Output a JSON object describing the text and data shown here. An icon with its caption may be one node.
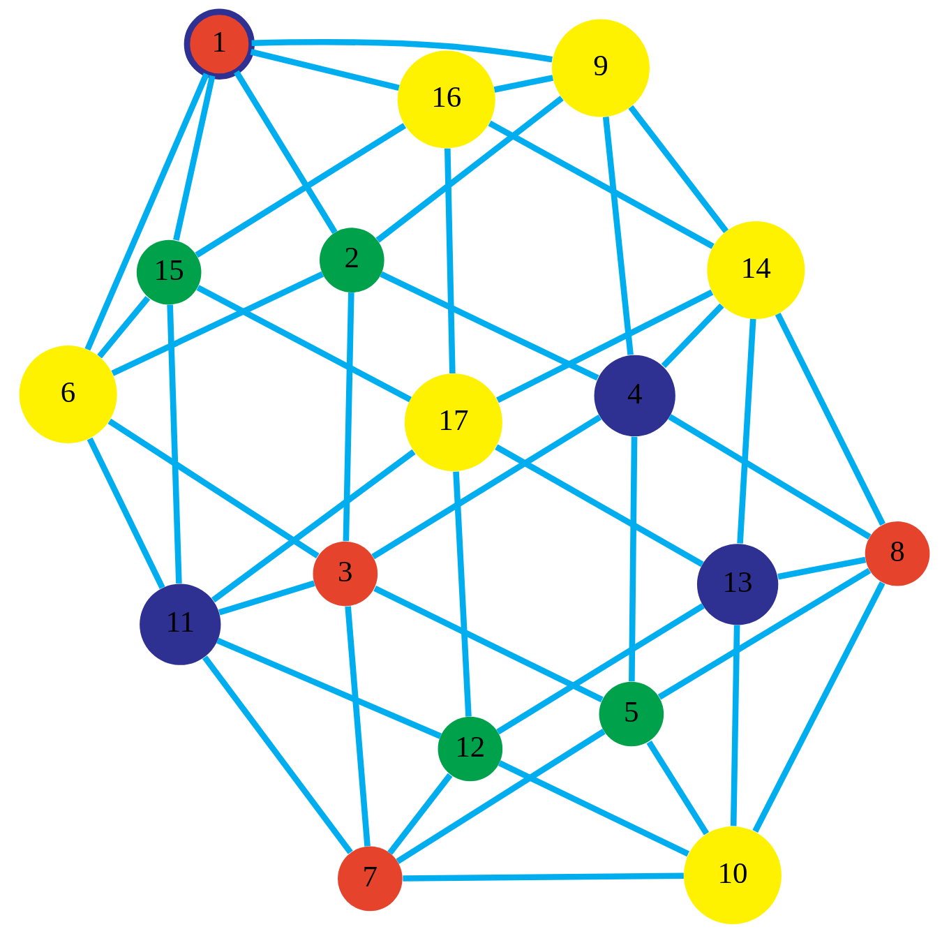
{
  "diagram": {
    "nodes": [
      {
        "text": [
          "1"
        ]
      },
      {
        "text": [
          "2"
        ]
      },
      {
        "text": [
          "3"
        ]
      },
      {
        "text": [
          "4"
        ]
      },
      {
        "text": [
          "5"
        ]
      },
      {
        "text": [
          "6"
        ]
      },
      {
        "text": [
          "7"
        ]
      },
      {
        "text": [
          "8"
        ]
      },
      {
        "text": [
          "9"
        ]
      },
      {
        "text": [
          "10"
        ]
      },
      {
        "text": [
          "11"
        ]
      },
      {
        "text": [
          "12"
        ]
      },
      {
        "text": [
          "13"
        ]
      },
      {
        "text": [
          "14"
        ]
      },
      {
        "text": [
          "15"
        ]
      },
      {
        "text": [
          "16"
        ]
      },
      {
        "text": [
          "17"
        ]
      }
    ],
    "edges": [
      {
        "from": 0,
        "to": 1,
        "arrow": "none"
      },
      {
        "from": 0,
        "to": 5,
        "arrow": "none"
      },
      {
        "from": 0,
        "to": 8,
        "arrow": "none"
      },
      {
        "from": 0,
        "to": 14,
        "arrow": "none"
      },
      {
        "from": 0,
        "to": 15,
        "arrow": "none"
      },
      {
        "from": 1,
        "to": 2,
        "arrow": "none"
      },
      {
        "from": 1,
        "to": 3,
        "arrow": "none"
      },
      {
        "from": 1,
        "to": 5,
        "arrow": "none"
      },
      {
        "from": 1,
        "to": 8,
        "arrow": "none"
      },
      {
        "from": 2,
        "to": 3,
        "arrow": "none"
      },
      {
        "from": 2,
        "to": 5,
        "arrow": "none"
      },
      {
        "from": 2,
        "to": 4,
        "arrow": "none"
      },
      {
        "from": 2,
        "to": 6,
        "arrow": "none"
      },
      {
        "from": 2,
        "to": 10,
        "arrow": "none"
      },
      {
        "from": 3,
        "to": 4,
        "arrow": "none"
      },
      {
        "from": 3,
        "to": 8,
        "arrow": "none"
      },
      {
        "from": 3,
        "to": 7,
        "arrow": "none"
      },
      {
        "from": 3,
        "to": 13,
        "arrow": "none"
      },
      {
        "from": 4,
        "to": 6,
        "arrow": "none"
      },
      {
        "from": 4,
        "to": 7,
        "arrow": "none"
      },
      {
        "from": 4,
        "to": 9,
        "arrow": "none"
      },
      {
        "from": 5,
        "to": 10,
        "arrow": "none"
      },
      {
        "from": 5,
        "to": 14,
        "arrow": "none"
      },
      {
        "from": 6,
        "to": 9,
        "arrow": "none"
      },
      {
        "from": 6,
        "to": 10,
        "arrow": "none"
      },
      {
        "from": 6,
        "to": 11,
        "arrow": "none"
      },
      {
        "from": 7,
        "to": 9,
        "arrow": "none"
      },
      {
        "from": 7,
        "to": 12,
        "arrow": "none"
      },
      {
        "from": 7,
        "to": 13,
        "arrow": "none"
      },
      {
        "from": 8,
        "to": 13,
        "arrow": "none"
      },
      {
        "from": 8,
        "to": 15,
        "arrow": "none"
      },
      {
        "from": 9,
        "to": 11,
        "arrow": "none"
      },
      {
        "from": 9,
        "to": 12,
        "arrow": "none"
      },
      {
        "from": 10,
        "to": 11,
        "arrow": "none"
      },
      {
        "from": 10,
        "to": 14,
        "arrow": "none"
      },
      {
        "from": 10,
        "to": 16,
        "arrow": "none"
      },
      {
        "from": 11,
        "to": 12,
        "arrow": "none"
      },
      {
        "from": 11,
        "to": 16,
        "arrow": "none"
      },
      {
        "from": 12,
        "to": 13,
        "arrow": "none"
      },
      {
        "from": 12,
        "to": 16,
        "arrow": "none"
      },
      {
        "from": 13,
        "to": 15,
        "arrow": "none"
      },
      {
        "from": 13,
        "to": 16,
        "arrow": "none"
      },
      {
        "from": 14,
        "to": 15,
        "arrow": "none"
      },
      {
        "from": 14,
        "to": 16,
        "arrow": "none"
      },
      {
        "from": 15,
        "to": 16,
        "arrow": "none"
      }
    ]
  }
}
